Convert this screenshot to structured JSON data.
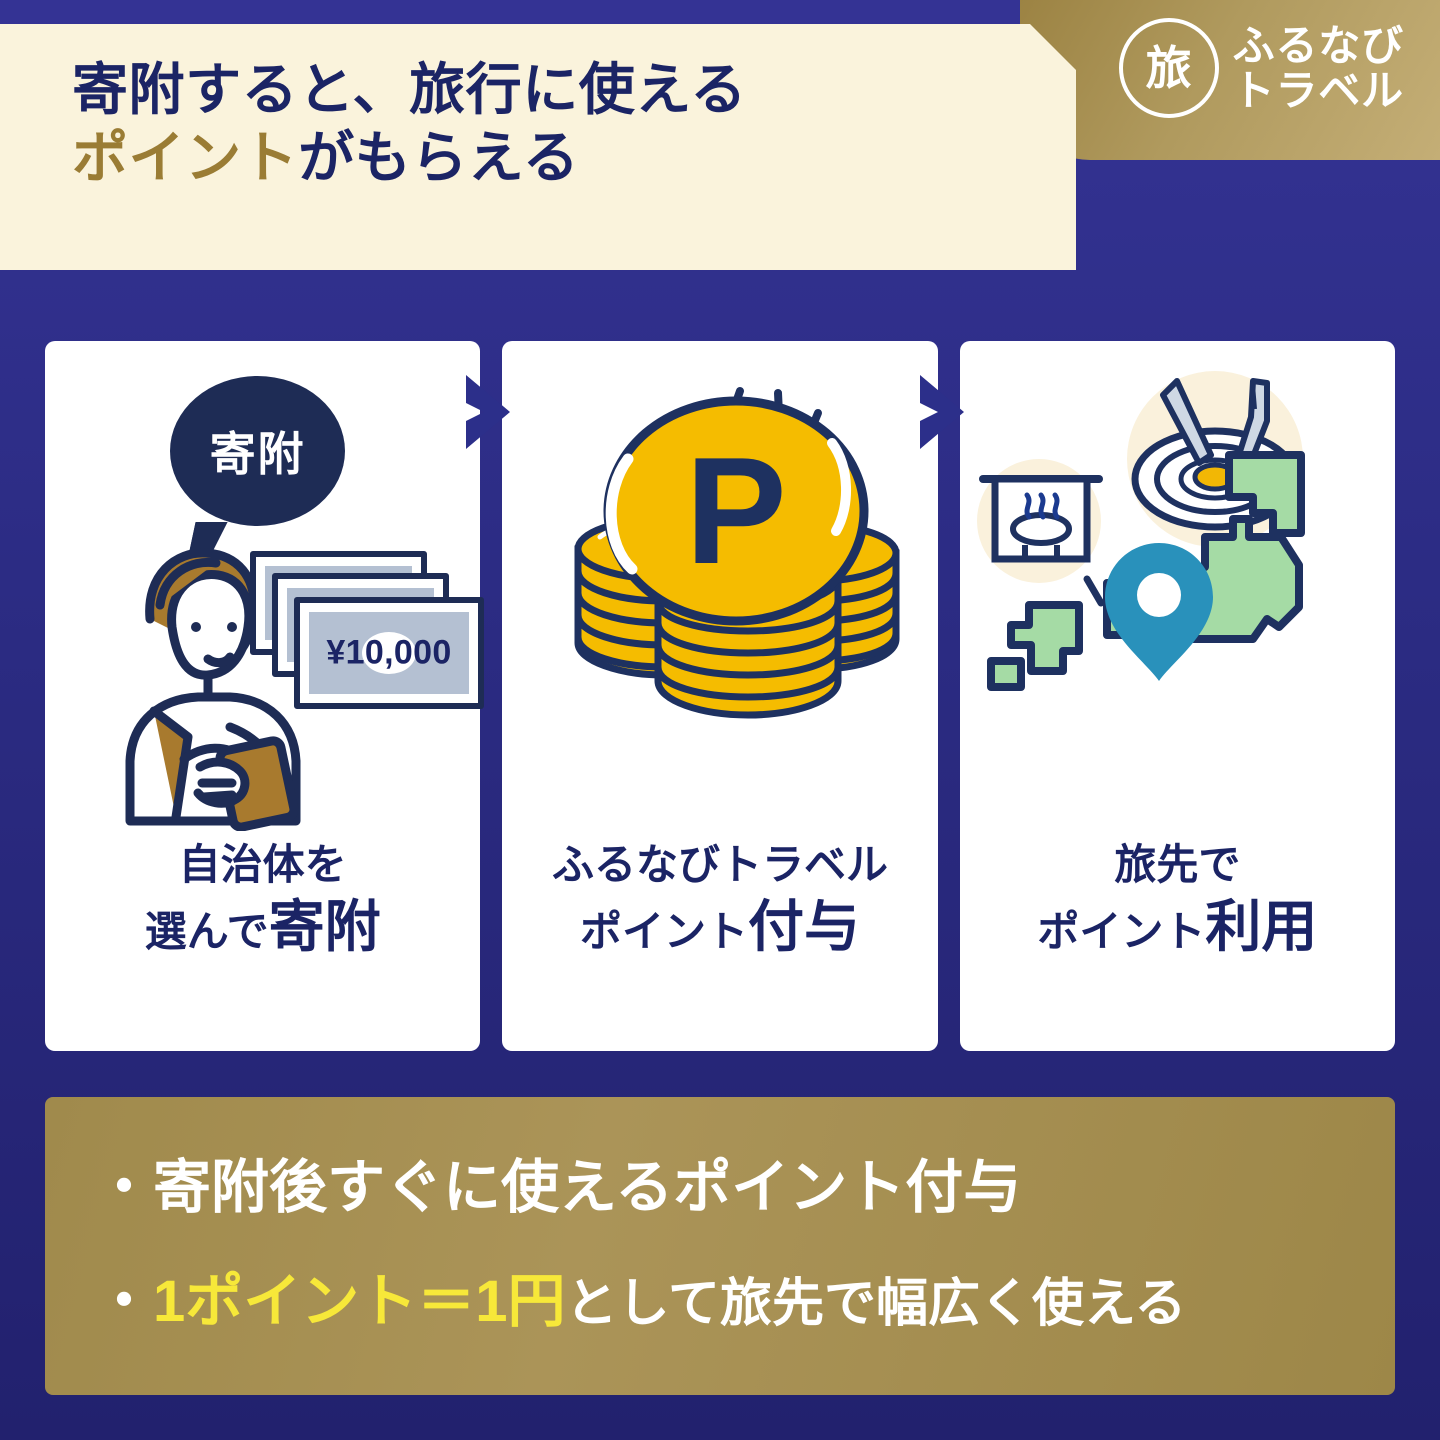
{
  "brand": {
    "logo_mark": "旅",
    "logo_line1": "ふるなび",
    "logo_line2": "トラベル",
    "navy": "#1b2465",
    "gold": "#9a7c34",
    "cream": "#faf3dc",
    "coin_yellow": "#f5bc00",
    "map_green": "#a5dba5",
    "pin_teal": "#2991bb",
    "highlight_yellow": "#f7e839"
  },
  "header": {
    "title_line1": "寄附すると、旅行に使える",
    "title_line2_gold": "ポイント",
    "title_line2_rest": "がもらえる"
  },
  "steps": [
    {
      "badge": "寄附",
      "banknote_amount": "¥10,000",
      "caption_line1": "自治体を",
      "caption_line2_small": "選んで",
      "caption_line2_big": "寄附",
      "icon": "person-with-phone-icon"
    },
    {
      "coin_letter": "P",
      "caption_line1": "ふるなびトラベル",
      "caption_line2_small": "ポイント",
      "caption_line2_big": "付与",
      "icon": "coin-stack-icon"
    },
    {
      "caption_line1": "旅先で",
      "caption_line2_small": "ポイント",
      "caption_line2_big": "利用",
      "icon": "japan-map-pin-icon"
    }
  ],
  "benefits": {
    "bullet1": "・寄附後すぐに使えるポイント付与",
    "bullet2_marker": "・",
    "bullet2_highlight": "1ポイント＝1円",
    "bullet2_rest": "として旅先で幅広く使える"
  }
}
